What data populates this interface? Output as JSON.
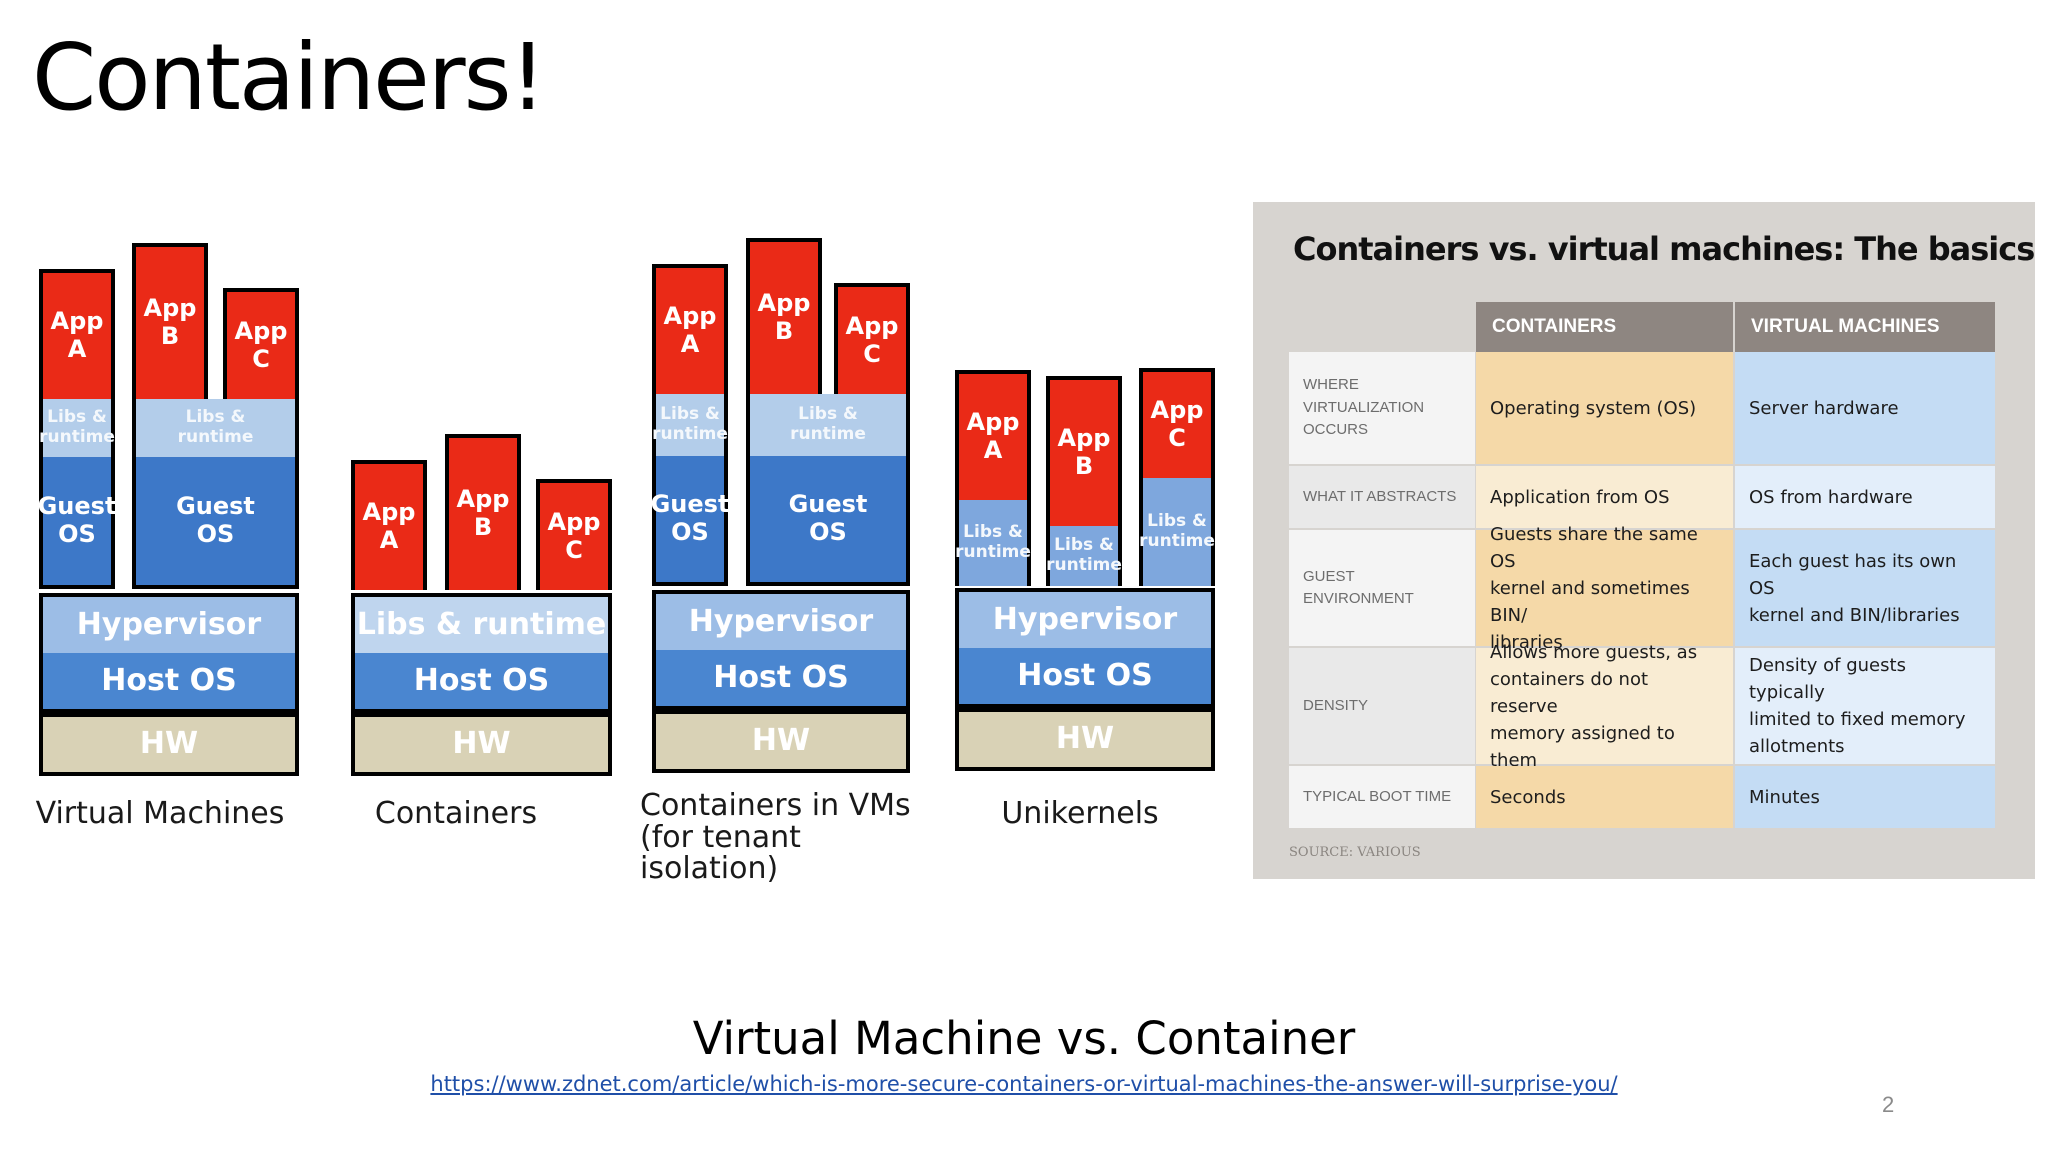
{
  "slide": {
    "title": "Containers!",
    "caption": "Virtual Machine vs. Container",
    "link_text": "https://www.zdnet.com/article/which-is-more-secure-containers-or-virtual-machines-the-answer-will-surprise-you/",
    "page_number": "2"
  },
  "diagram": {
    "vm": {
      "apps": [
        "App\nA",
        "App\nB",
        "App\nC"
      ],
      "libs": [
        "Libs &\nruntime",
        "Libs &\nruntime"
      ],
      "guests": [
        "Guest\nOS",
        "Guest\nOS"
      ],
      "hypervisor": "Hypervisor",
      "host_os": "Host OS",
      "hw": "HW",
      "label": "Virtual Machines"
    },
    "containers": {
      "apps": [
        "App\nA",
        "App\nB",
        "App\nC"
      ],
      "libs_runtime": "Libs & runtime",
      "host_os": "Host OS",
      "hw": "HW",
      "label": "Containers"
    },
    "containers_in_vms": {
      "apps": [
        "App\nA",
        "App\nB",
        "App\nC"
      ],
      "libs": [
        "Libs &\nruntime",
        "Libs &\nruntime"
      ],
      "guests": [
        "Guest\nOS",
        "Guest\nOS"
      ],
      "hypervisor": "Hypervisor",
      "host_os": "Host OS",
      "hw": "HW",
      "label": "Containers in VMs\n(for tenant isolation)"
    },
    "unikernels": {
      "apps": [
        "App\nA",
        "App\nB",
        "App\nC"
      ],
      "libs": [
        "Libs &\nruntime",
        "Libs &\nruntime",
        "Libs &\nruntime"
      ],
      "hypervisor": "Hypervisor",
      "host_os": "Host OS",
      "hw": "HW",
      "label": "Unikernels"
    }
  },
  "basics_table": {
    "heading": "Containers vs. virtual machines: The basics",
    "columns": [
      "CONTAINERS",
      "VIRTUAL MACHINES"
    ],
    "rows": [
      {
        "label": "WHERE\nVIRTUALIZATION\nOCCURS",
        "containers": "Operating system (OS)",
        "vms": "Server hardware"
      },
      {
        "label": "WHAT IT ABSTRACTS",
        "containers": "Application from OS",
        "vms": "OS from hardware"
      },
      {
        "label": "GUEST ENVIRONMENT",
        "containers": "Guests share the same OS\nkernel  and sometimes BIN/\nlibraries",
        "vms": "Each guest has its own OS\nkernel and BIN/libraries"
      },
      {
        "label": "DENSITY",
        "containers": "Allows more guests, as\ncontainers do not reserve\nmemory assigned to them",
        "vms": "Density of guests typically\nlimited to fixed memory\nallotments"
      },
      {
        "label": "TYPICAL BOOT TIME",
        "containers": "Seconds",
        "vms": "Minutes"
      }
    ],
    "source": "SOURCE: VARIOUS"
  }
}
